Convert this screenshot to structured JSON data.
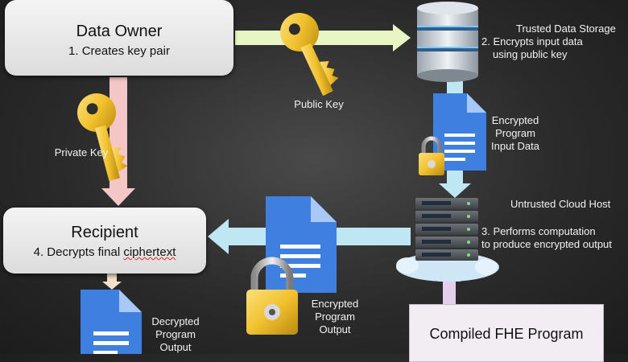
{
  "data_owner": {
    "title": "Data Owner",
    "step": "1. Creates key pair"
  },
  "recipient": {
    "title": "Recipient",
    "step_prefix": "4. Decrypts final ",
    "step_word": "ciphertext"
  },
  "labels": {
    "public_key": "Public Key",
    "private_key": "Private Key",
    "trusted_storage_title": "Trusted Data Storage",
    "trusted_storage_step": [
      "2. Encrypts input data",
      "using public key"
    ],
    "encrypted_input": [
      "Encrypted",
      "Program",
      "Input Data"
    ],
    "untrusted_host_title": "Untrusted Cloud Host",
    "untrusted_host_step": [
      "3. Performs computation",
      "to produce encrypted output"
    ],
    "encrypted_output": [
      "Encrypted",
      "Program",
      "Output"
    ],
    "decrypted_output": [
      "Decrypted",
      "Program",
      "Output"
    ]
  },
  "program": {
    "title": "Compiled FHE Program"
  },
  "colors": {
    "public_key_arrow": "#e8f6c4",
    "private_key_arrow": "#f5c6c6",
    "data_flow_arrow": "#bfe6f3",
    "program_arrow": "#e3cfec",
    "document_blue": "#3f7fe0",
    "key_gold": "#f2c12e"
  }
}
